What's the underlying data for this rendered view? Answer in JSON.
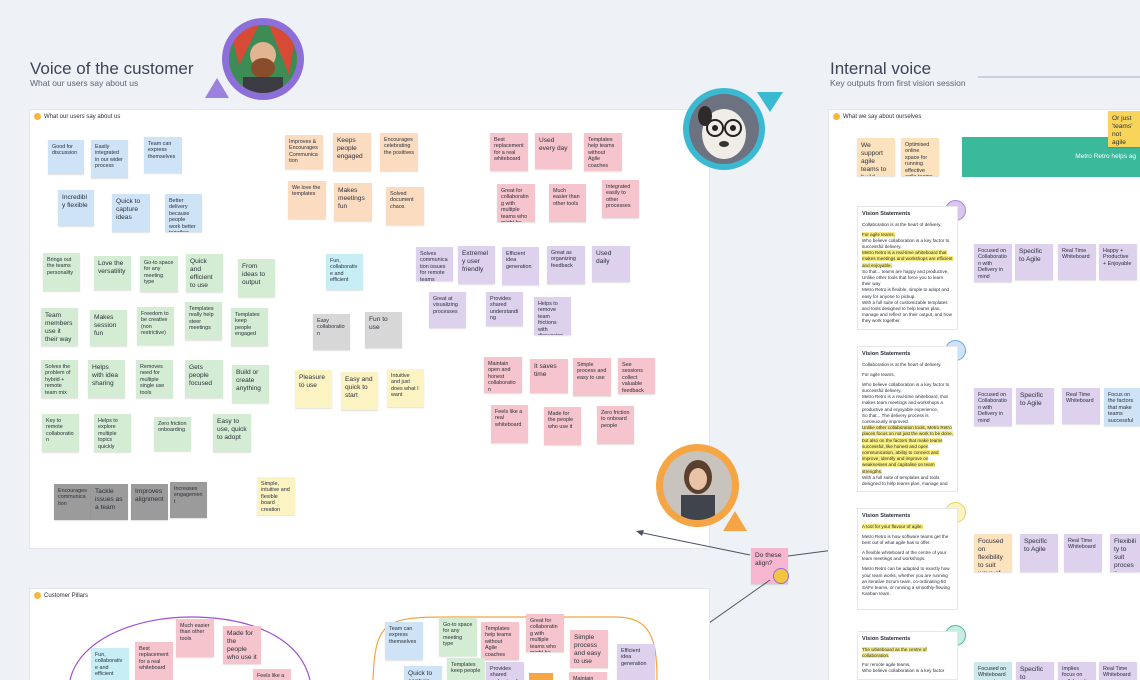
{
  "voc": {
    "title": "Voice of the customer",
    "subtitle": "What our users say about us",
    "frame_title": "What our users say about us",
    "notes": [
      "Good for discussion",
      "Easily integrated in our wider process",
      "Team can express themselves",
      "Incredibly flexible",
      "Quick to capture ideas",
      "Better delivery because people work better together",
      "Brings out the teams personality",
      "Love the versatility",
      "Go-to space for any meeting type",
      "Quick and efficient to use",
      "From ideas to output",
      "Team members use it their way",
      "Makes session fun",
      "Freedom to be creative (non restrictive)",
      "Templates really help steer meetings",
      "Templates keep people engaged",
      "Solves the problem of hybrid + remote team mix",
      "Helps with idea sharing",
      "Removes need for multiple single use tools",
      "Gets people focused",
      "Build or create anything",
      "Key to remote collaboration",
      "Helps to explore multiple topics quickly",
      "Zero friction onboarding",
      "Easy to use, quick to adopt",
      "Encourages communication",
      "Tackle issues as a team",
      "Improves alignment",
      "Increases engagement",
      "Simple, intuitive and flexible board creation",
      "Improves & Encourages Communication",
      "Keeps people engaged",
      "Encourages celebrating the positives",
      "We love the templates",
      "Makes meetings fun",
      "Solved document chaos",
      "Fun, collaborative and efficient",
      "Easy collaboration",
      "Fun to use",
      "Pleasure to use",
      "Easy and quick to start",
      "Intuitive and just does what I want",
      "Best replacement for a real whiteboard",
      "Used every day",
      "Templates help teams without Agile coaches",
      "Great for collaborating with multiple teams who might be able to meet IRL",
      "Much easier than other tools",
      "Integrated easily to other processes",
      "Solves communication issues for remote teams",
      "Extremely user friendly",
      "Efficient idea generation",
      "Great as organizing feedback",
      "Used daily",
      "Great at visualizing processes",
      "Provides shared understanding",
      "Helps to remove team frictions with discussion and engagement",
      "Maintain open and honest collaboration",
      "It saves time",
      "Simple process and easy to use",
      "See sessions collect valuable feedback",
      "Feels like a real whiteboard",
      "Made for the people who use it",
      "Zero friction to onboard people"
    ]
  },
  "internal": {
    "title": "Internal voice",
    "subtitle": "Key outputs from first vision session",
    "frame_title": "What we say about ourselves",
    "top_notes": [
      "We support agile teams to build better products",
      "Optimised online space for running effective agile teams"
    ],
    "corner_note": "Or just 'teams' not agile",
    "banner": "Metro Retro helps ag",
    "vision_title": "Vision Statements",
    "vision_1": [
      "Collaboration is at the heart of delivery.",
      "For agile teams,",
      "Who believe collaboration is a key factor to successful delivery,",
      "Metro Retro is a real-time whiteboard that makes meetings and workshops are efficient and enjoyable,",
      "So that... teams are happy and productive,",
      "Unlike other tools that force you to learn their way",
      "Metro Retro is flexible, simple to adopt and easy for anyone to pickup.",
      "With a full suite of customizable templates and tools designed to help teams plan, manage and reflect on their output, and how they work together."
    ],
    "vision_2": [
      "Collaboration is at the heart of delivery.",
      "For agile teams,",
      "Who believe collaboration is a key factor to successful delivery,",
      "Metro Retro is a real-time whiteboard, that makes team meetings and workshops a productive and enjoyable experience,",
      "So that... The delivery process is continuously improved.",
      "Unlike other collaboration tools, Metro Retro places focus on not just the work to be done, but also on the factors that make teams successful, like honest and open communication, ability to connect and improve, identify and improve on weaknesses and capitalise on team strengths.",
      "With a full suite of templates and tools designed to help teams plan, manage and"
    ],
    "vision_3": [
      "A tool for your flavour of agile.",
      "Metro Retro is how software teams get the best out of what agile has to offer.",
      "A flexible whiteboard at the centre of your team meetings and workshops.",
      "Metro Retro can be adapted to exactly how your team works, whether you are running an iterative Scrum team, co-ordinating 50 SAFe teams, or running a smoothly-flowing Kanban team."
    ],
    "vision_4": [
      "The whiteboard as the centre of collaboration.",
      "For remote agile teams,",
      "Who believe collaboration is a key factor"
    ],
    "row_notes_1": [
      "Focused on Collaboration with Delivery in mind",
      "Specific to Agile",
      "Real Time Whiteboard",
      "Happy + Productive + Enjoyable"
    ],
    "row_notes_2": [
      "Focused on Collaboration with Delivery in mind",
      "Specific to Agile",
      "Real Time Whiteboard",
      "Focus on the factors that make teams successful"
    ],
    "row_notes_3": [
      "Focused on flexibility to suit ways of working",
      "Specific to Agile",
      "Real Time Whiteboard",
      "Flexibility to suit process"
    ],
    "row_notes_4": [
      "Focused on Whiteboard as centre",
      "Specific to",
      "Implies focus on collaboration",
      "Real Time Whiteboard"
    ]
  },
  "center_note": "Do these align?",
  "pillars": {
    "frame_title": "Customer Pillars",
    "left_notes": [
      "Much easier than other tools",
      "Made for the people who use it",
      "Fun, collaborative and efficient",
      "Best replacement for a real whiteboard",
      "Feels like a"
    ],
    "right_notes": [
      "Team can express themselves",
      "Go-to space for any meeting type",
      "Templates help teams without Agile coaches",
      "Great for collaborating with multiple teams who might be able to meet IRL",
      "Simple process and easy to use",
      "Efficient idea generation",
      "Quick to capture",
      "Templates keep people",
      "Provides shared understanding",
      "Maintain open"
    ]
  },
  "colors": {
    "canvas": "#eef1f5",
    "accent_purple": "#8d6fd9",
    "accent_orange": "#f5a544",
    "accent_teal": "#3bb9d2",
    "banner_teal": "#3ab99b"
  }
}
